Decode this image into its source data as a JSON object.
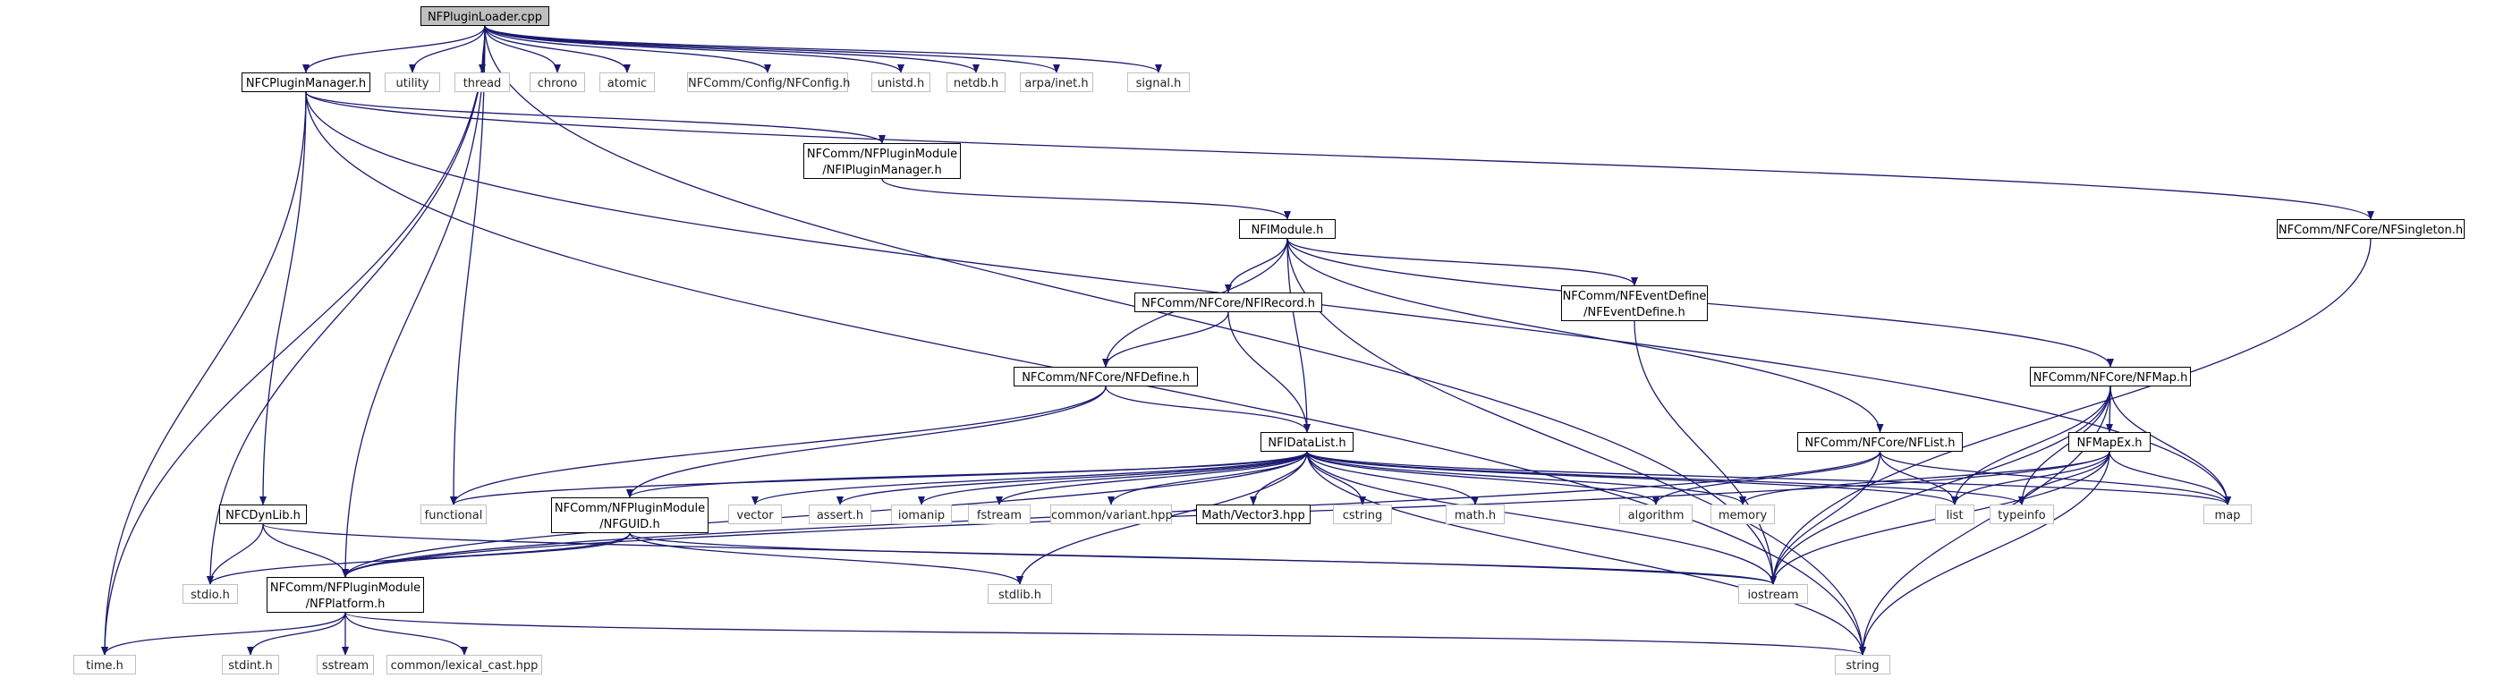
{
  "colors": {
    "edge": "#191970",
    "project_border": "#000000",
    "system_border": "#bfbfbf",
    "root_fill": "#bfbfbf"
  },
  "nodes": {
    "root": {
      "lines": [
        "NFPluginLoader.cpp"
      ],
      "kind": "root"
    },
    "pluginmanager": {
      "lines": [
        "NFCPluginManager.h"
      ],
      "kind": "project"
    },
    "utility": {
      "lines": [
        "utility"
      ],
      "kind": "system"
    },
    "thread": {
      "lines": [
        "thread"
      ],
      "kind": "system"
    },
    "chrono": {
      "lines": [
        "chrono"
      ],
      "kind": "system"
    },
    "atomic": {
      "lines": [
        "atomic"
      ],
      "kind": "system"
    },
    "nfconfig": {
      "lines": [
        "NFComm/Config/NFConfig.h"
      ],
      "kind": "system"
    },
    "unistd": {
      "lines": [
        "unistd.h"
      ],
      "kind": "system"
    },
    "netdb": {
      "lines": [
        "netdb.h"
      ],
      "kind": "system"
    },
    "arpainet": {
      "lines": [
        "arpa/inet.h"
      ],
      "kind": "system"
    },
    "signal": {
      "lines": [
        "signal.h"
      ],
      "kind": "system"
    },
    "nfiplugin": {
      "lines": [
        "NFComm/NFPluginModule",
        "/NFIPluginManager.h"
      ],
      "kind": "project"
    },
    "nfimodule": {
      "lines": [
        "NFIModule.h"
      ],
      "kind": "project"
    },
    "singleton": {
      "lines": [
        "NFComm/NFCore/NFSingleton.h"
      ],
      "kind": "project"
    },
    "nfirecord": {
      "lines": [
        "NFComm/NFCore/NFIRecord.h"
      ],
      "kind": "project"
    },
    "eventdefine": {
      "lines": [
        "NFComm/NFEventDefine",
        "/NFEventDefine.h"
      ],
      "kind": "project"
    },
    "nfdefine": {
      "lines": [
        "NFComm/NFCore/NFDefine.h"
      ],
      "kind": "project"
    },
    "nfmap": {
      "lines": [
        "NFComm/NFCore/NFMap.h"
      ],
      "kind": "project"
    },
    "nflist": {
      "lines": [
        "NFComm/NFCore/NFList.h"
      ],
      "kind": "project"
    },
    "nfmapex": {
      "lines": [
        "NFMapEx.h"
      ],
      "kind": "project"
    },
    "datalist": {
      "lines": [
        "NFIDataList.h"
      ],
      "kind": "project"
    },
    "functional": {
      "lines": [
        "functional"
      ],
      "kind": "system"
    },
    "nfguid": {
      "lines": [
        "NFComm/NFPluginModule",
        "/NFGUID.h"
      ],
      "kind": "project"
    },
    "vector": {
      "lines": [
        "vector"
      ],
      "kind": "system"
    },
    "assert": {
      "lines": [
        "assert.h"
      ],
      "kind": "system"
    },
    "iomanip": {
      "lines": [
        "iomanip"
      ],
      "kind": "system"
    },
    "fstream": {
      "lines": [
        "fstream"
      ],
      "kind": "system"
    },
    "variant": {
      "lines": [
        "common/variant.hpp"
      ],
      "kind": "system"
    },
    "vector3": {
      "lines": [
        "Math/Vector3.hpp"
      ],
      "kind": "project"
    },
    "cstring": {
      "lines": [
        "cstring"
      ],
      "kind": "system"
    },
    "math": {
      "lines": [
        "math.h"
      ],
      "kind": "system"
    },
    "algorithm": {
      "lines": [
        "algorithm"
      ],
      "kind": "system"
    },
    "memory": {
      "lines": [
        "memory"
      ],
      "kind": "system"
    },
    "list": {
      "lines": [
        "list"
      ],
      "kind": "system"
    },
    "typeinfo": {
      "lines": [
        "typeinfo"
      ],
      "kind": "system"
    },
    "map": {
      "lines": [
        "map"
      ],
      "kind": "system"
    },
    "dynlib": {
      "lines": [
        "NFCDynLib.h"
      ],
      "kind": "project"
    },
    "stdio": {
      "lines": [
        "stdio.h"
      ],
      "kind": "system"
    },
    "platform": {
      "lines": [
        "NFComm/NFPluginModule",
        "/NFPlatform.h"
      ],
      "kind": "project"
    },
    "stdlib": {
      "lines": [
        "stdlib.h"
      ],
      "kind": "system"
    },
    "iostream": {
      "lines": [
        "iostream"
      ],
      "kind": "system"
    },
    "time": {
      "lines": [
        "time.h"
      ],
      "kind": "system"
    },
    "stdint": {
      "lines": [
        "stdint.h"
      ],
      "kind": "system"
    },
    "sstream": {
      "lines": [
        "sstream"
      ],
      "kind": "system"
    },
    "lexical": {
      "lines": [
        "common/lexical_cast.hpp"
      ],
      "kind": "system"
    },
    "string": {
      "lines": [
        "string"
      ],
      "kind": "system"
    }
  },
  "edges": [
    [
      "root",
      "pluginmanager"
    ],
    [
      "root",
      "utility"
    ],
    [
      "root",
      "thread"
    ],
    [
      "root",
      "chrono"
    ],
    [
      "root",
      "atomic"
    ],
    [
      "root",
      "nfconfig"
    ],
    [
      "root",
      "unistd"
    ],
    [
      "root",
      "netdb"
    ],
    [
      "root",
      "arpainet"
    ],
    [
      "root",
      "signal"
    ],
    [
      "root",
      "functional"
    ],
    [
      "root",
      "platform"
    ],
    [
      "root",
      "stdio"
    ],
    [
      "root",
      "time"
    ],
    [
      "root",
      "iostream"
    ],
    [
      "pluginmanager",
      "nfiplugin"
    ],
    [
      "pluginmanager",
      "dynlib"
    ],
    [
      "pluginmanager",
      "time"
    ],
    [
      "pluginmanager",
      "singleton"
    ],
    [
      "pluginmanager",
      "map"
    ],
    [
      "pluginmanager",
      "string"
    ],
    [
      "nfiplugin",
      "nfimodule"
    ],
    [
      "nfimodule",
      "nfirecord"
    ],
    [
      "nfimodule",
      "eventdefine"
    ],
    [
      "nfimodule",
      "nfdefine"
    ],
    [
      "nfimodule",
      "datalist"
    ],
    [
      "nfimodule",
      "nfmap"
    ],
    [
      "nfimodule",
      "nflist"
    ],
    [
      "nfimodule",
      "string"
    ],
    [
      "singleton",
      "iostream"
    ],
    [
      "nfirecord",
      "nfdefine"
    ],
    [
      "nfirecord",
      "datalist"
    ],
    [
      "eventdefine",
      "iostream"
    ],
    [
      "nfdefine",
      "datalist"
    ],
    [
      "nfdefine",
      "functional"
    ],
    [
      "nfdefine",
      "nfguid"
    ],
    [
      "datalist",
      "functional"
    ],
    [
      "datalist",
      "nfguid"
    ],
    [
      "datalist",
      "vector"
    ],
    [
      "datalist",
      "assert"
    ],
    [
      "datalist",
      "iomanip"
    ],
    [
      "datalist",
      "fstream"
    ],
    [
      "datalist",
      "variant"
    ],
    [
      "datalist",
      "vector3"
    ],
    [
      "datalist",
      "cstring"
    ],
    [
      "datalist",
      "math"
    ],
    [
      "datalist",
      "algorithm"
    ],
    [
      "datalist",
      "memory"
    ],
    [
      "datalist",
      "list"
    ],
    [
      "datalist",
      "typeinfo"
    ],
    [
      "datalist",
      "map"
    ],
    [
      "datalist",
      "iostream"
    ],
    [
      "datalist",
      "string"
    ],
    [
      "datalist",
      "stdlib"
    ],
    [
      "datalist",
      "platform"
    ],
    [
      "nfmap",
      "nfmapex"
    ],
    [
      "nfmap",
      "map"
    ],
    [
      "nfmap",
      "list"
    ],
    [
      "nfmap",
      "typeinfo"
    ],
    [
      "nfmap",
      "iostream"
    ],
    [
      "nfmap",
      "string"
    ],
    [
      "nfmapex",
      "map"
    ],
    [
      "nfmapex",
      "list"
    ],
    [
      "nfmapex",
      "typeinfo"
    ],
    [
      "nfmapex",
      "memory"
    ],
    [
      "nfmapex",
      "iostream"
    ],
    [
      "nfmapex",
      "string"
    ],
    [
      "nfmapex",
      "platform"
    ],
    [
      "nflist",
      "algorithm"
    ],
    [
      "nflist",
      "list"
    ],
    [
      "nflist",
      "iostream"
    ],
    [
      "nflist",
      "map"
    ],
    [
      "nflist",
      "platform"
    ],
    [
      "nfguid",
      "platform"
    ],
    [
      "nfguid",
      "stdio"
    ],
    [
      "nfguid",
      "stdlib"
    ],
    [
      "nfguid",
      "iostream"
    ],
    [
      "dynlib",
      "platform"
    ],
    [
      "dynlib",
      "stdio"
    ],
    [
      "dynlib",
      "iostream"
    ],
    [
      "platform",
      "time"
    ],
    [
      "platform",
      "stdint"
    ],
    [
      "platform",
      "sstream"
    ],
    [
      "platform",
      "lexical"
    ],
    [
      "platform",
      "string"
    ]
  ]
}
